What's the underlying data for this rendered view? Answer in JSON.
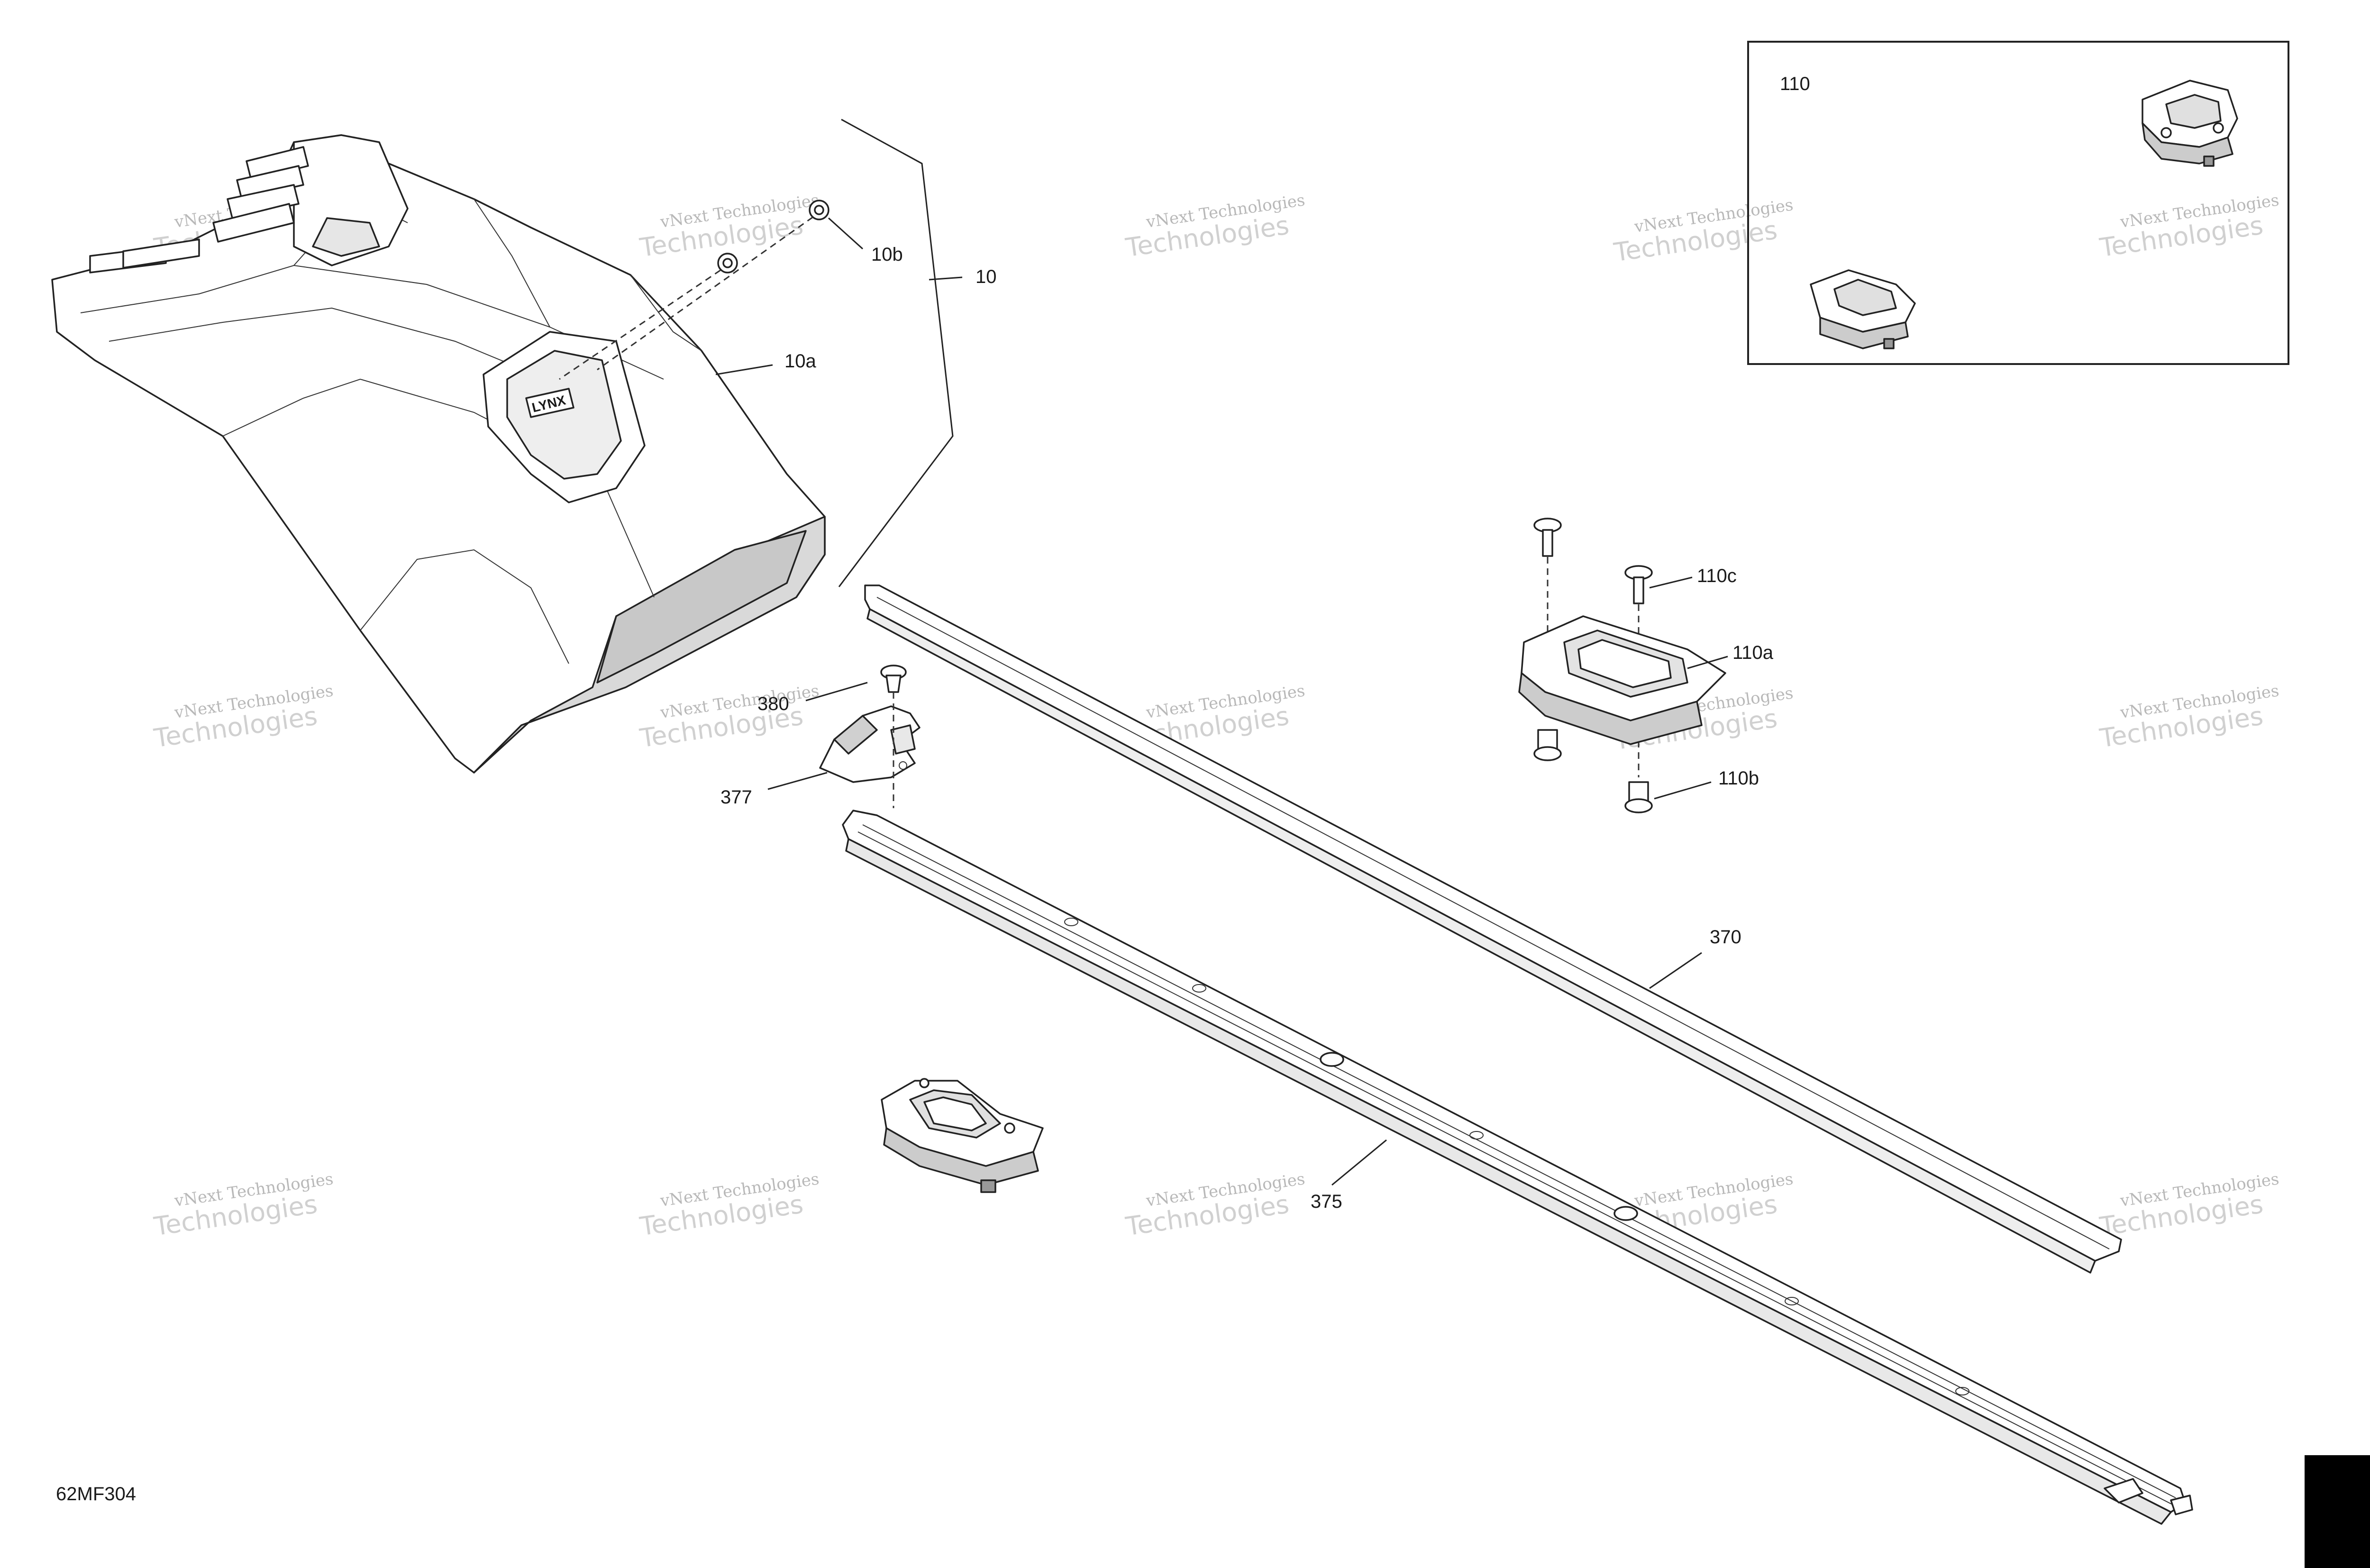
{
  "figure_code": "62MF304",
  "callouts": {
    "c10": "10",
    "c10a": "10a",
    "c10b": "10b",
    "c110": "110",
    "c110a": "110a",
    "c110b": "110b",
    "c110c": "110c",
    "c370": "370",
    "c375": "375",
    "c377": "377",
    "c380": "380"
  },
  "part_mark": "LYNX",
  "watermark": {
    "line1": "vNext Technologies",
    "line2": "Technologies",
    "small": "vNext"
  }
}
